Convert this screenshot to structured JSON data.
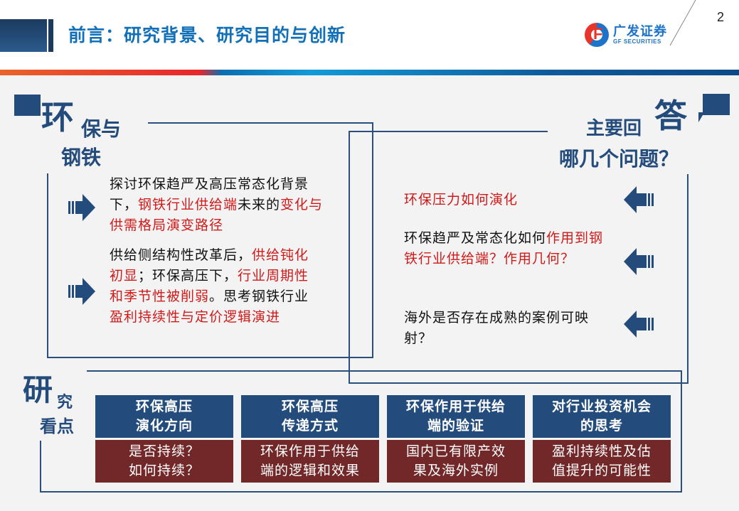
{
  "header": {
    "title": "前言：研究背景、研究目的与创新",
    "page_number": "2",
    "logo": {
      "cn": "广发证券",
      "en": "GF SECURITIES",
      "mark": "F"
    }
  },
  "left_section": {
    "heading_big": "环",
    "heading_rest": "保与",
    "heading_line2": "钢铁",
    "items": [
      {
        "icon": "right-arrow-icon",
        "segments": [
          {
            "text": "探讨环保趋严及高压常态化背景下，",
            "color": "black"
          },
          {
            "text": "钢铁行业供给端",
            "color": "red"
          },
          {
            "text": "未来的",
            "color": "black"
          },
          {
            "text": "变化与供需格局演变路径",
            "color": "red"
          }
        ]
      },
      {
        "icon": "right-arrow-icon",
        "segments": [
          {
            "text": "供给侧结构性改革后，",
            "color": "black"
          },
          {
            "text": "供给钝化初显",
            "color": "red"
          },
          {
            "text": "；环保高压下，",
            "color": "black"
          },
          {
            "text": "行业周期性和季节性被削弱",
            "color": "red"
          },
          {
            "text": "。思考钢铁行业",
            "color": "black"
          },
          {
            "text": "盈利持续性与定价逻辑演进",
            "color": "red"
          }
        ]
      }
    ]
  },
  "right_section": {
    "heading_pre": "主要回",
    "heading_big": "答",
    "heading_line2": "哪几个问题？",
    "items": [
      {
        "icon": "left-arrow-icon",
        "segments": [
          {
            "text": "环保压力如何演化",
            "color": "red"
          }
        ]
      },
      {
        "icon": "left-arrow-icon",
        "segments": [
          {
            "text": "环保趋严及常态化如何",
            "color": "black"
          },
          {
            "text": "作用到钢铁行业供给端？作用几何？",
            "color": "red"
          }
        ]
      },
      {
        "icon": "left-arrow-icon",
        "segments": [
          {
            "text": "海外是否存在成熟的案例可映射？",
            "color": "black"
          }
        ]
      }
    ]
  },
  "bottom_section": {
    "heading_big": "研",
    "heading_rest": "究",
    "heading_line2": "看点",
    "cards": [
      {
        "top_line1": "环保高压",
        "top_line2": "演化方向",
        "bottom_line1": "是否持续？",
        "bottom_line2": "如何持续？"
      },
      {
        "top_line1": "环保高压",
        "top_line2": "传递方式",
        "bottom_line1": "环保作用于供给",
        "bottom_line2": "端的逻辑和效果"
      },
      {
        "top_line1": "环保作用于供给",
        "top_line2": "端的验证",
        "bottom_line1": "国内已有限产效",
        "bottom_line2": "果及海外实例"
      },
      {
        "top_line1": "对行业投资机会",
        "top_line2": "的思考",
        "bottom_line1": "盈利持续性及估",
        "bottom_line2": "值提升的可能性"
      }
    ]
  },
  "colors": {
    "title_blue": "#1270b8",
    "navy": "#234b7c",
    "maroon": "#722829",
    "accent_red": "#d01a1a",
    "background": "#f3f3f3"
  }
}
